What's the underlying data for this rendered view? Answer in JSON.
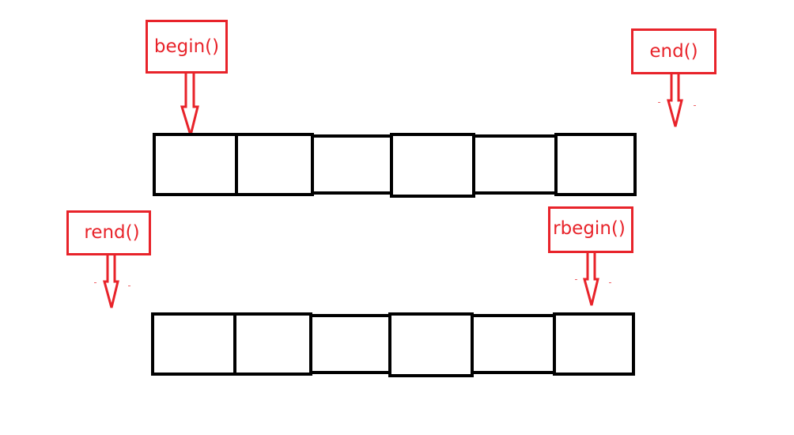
{
  "labels": {
    "begin": "begin()",
    "end": "end()",
    "rend": "rend()",
    "rbegin": "rbegin()"
  },
  "arrays": {
    "top": {
      "cell_count": 6
    },
    "bottom": {
      "cell_count": 6
    }
  },
  "colors": {
    "accent": "#e8232a",
    "stroke": "#000000",
    "background": "#ffffff"
  }
}
